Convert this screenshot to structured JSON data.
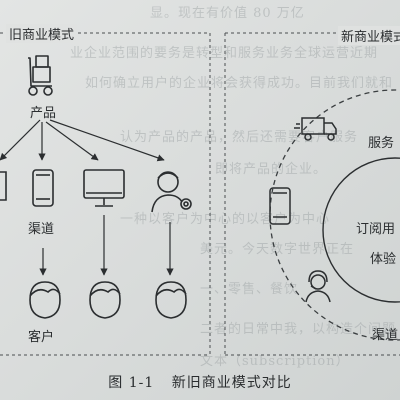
{
  "diagram": {
    "old_model_title": "旧商业模式",
    "new_model_title": "新商业模式",
    "product_label": "产品",
    "channel_label": "渠道",
    "customer_label_left": "客户",
    "service_label": "服务",
    "subscription_label": "订阅用",
    "experience_label": "体验",
    "channel_label_right": "渠道"
  },
  "caption": {
    "figure_number": "图 1-1",
    "figure_title": "新旧商业模式对比"
  },
  "bleed_through": {
    "line1": "显。现在有价值 80 万亿",
    "line2": "业企业范围的要务是转型和服务业务全球运营近期",
    "line3": "如何确立用户的企业将会获得成功。目前我们就和",
    "line4": "认为产品的产品，然后还需要客户服务",
    "line5": "即将产品的企业。",
    "line6": "一种以客户为中心的以客户为中心",
    "line7": "美元。今天数字世界正在",
    "line8": "一、零售、餐饮",
    "line9": "二者的日常中我，以构造个问题",
    "line10": "文本（subscription）"
  }
}
